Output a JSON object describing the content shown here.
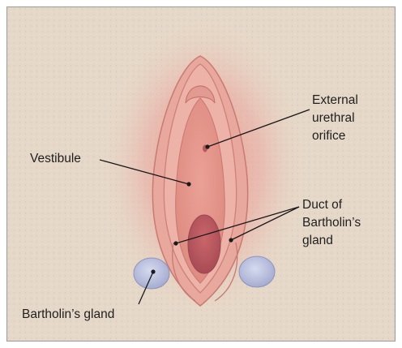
{
  "figure": {
    "labels": {
      "external_urethral_orifice": [
        "External",
        "urethral",
        "orifice"
      ],
      "vestibule": [
        "Vestibule"
      ],
      "duct_of_bartholins_gland": [
        "Duct of",
        "Bartholin’s",
        "gland"
      ],
      "bartholins_gland": [
        "Bartholin’s gland"
      ]
    },
    "colors": {
      "background": "#e6d8c8",
      "tissue": "#e79a90",
      "labia_fold": "#e6a79d",
      "gland": "#b9bfdc",
      "text": "#1f1f1f"
    }
  }
}
